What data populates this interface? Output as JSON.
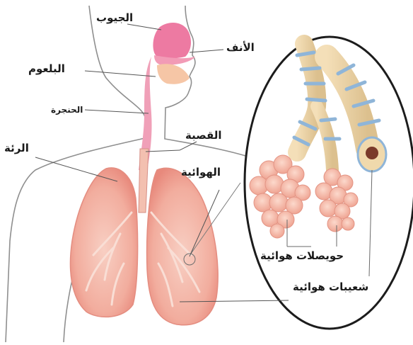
{
  "labels": {
    "sinuses": "الجيوب",
    "nose": "الأنف",
    "pharynx": "البلعوم",
    "larynx": "الحنجرة",
    "lung": "الرئة",
    "trachea_line1": "القصبة",
    "trachea_line2": "الهوائية",
    "alveoli": "حويصلات هوائية",
    "bronchioles": "شعيبات هوائية"
  },
  "colors": {
    "outline": "#8a8a8a",
    "lung_fill": "#f3b7a8",
    "lung_dark": "#e98d80",
    "airway_pink": "#e9739b",
    "alveoli_fill": "#f6b8a6",
    "bronchus_tan": "#e8cfa0",
    "cartilage_blue": "#8fb5d8"
  }
}
